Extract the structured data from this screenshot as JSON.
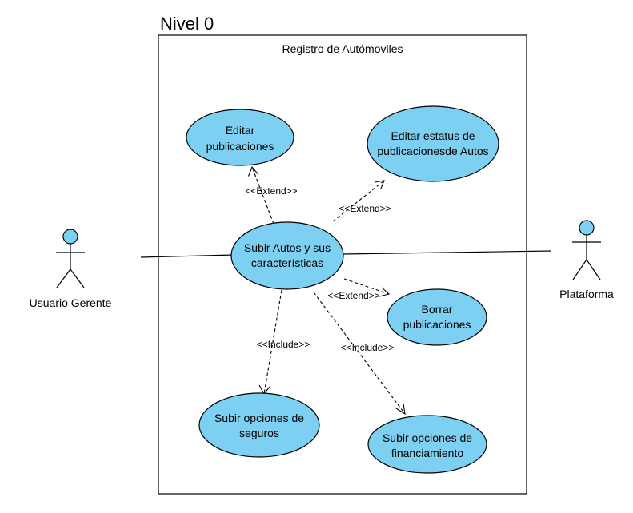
{
  "diagram": {
    "title": "Nivel 0",
    "system": {
      "label": "Registro de Autómoviles"
    },
    "actors": [
      {
        "id": "gerente",
        "label": "Usuario Gerente"
      },
      {
        "id": "plataforma",
        "label": "Plataforma"
      }
    ],
    "use_cases": [
      {
        "id": "editar",
        "lines": [
          "Editar",
          "publicaciones"
        ]
      },
      {
        "id": "estatus",
        "lines": [
          "Editar estatus de",
          "publicacionesde Autos"
        ]
      },
      {
        "id": "subir",
        "lines": [
          "Subir Autos y sus",
          "características"
        ]
      },
      {
        "id": "borrar",
        "lines": [
          "Borrar",
          "publicaciones"
        ]
      },
      {
        "id": "seguros",
        "lines": [
          "Subir opciones de",
          "seguros"
        ]
      },
      {
        "id": "financ",
        "lines": [
          "Subir opciones de",
          "financiamiento"
        ]
      }
    ],
    "relations": [
      {
        "from": "subir",
        "to": "editar",
        "label": "<<Extend>>"
      },
      {
        "from": "subir",
        "to": "estatus",
        "label": "<<Extend>>"
      },
      {
        "from": "subir",
        "to": "borrar",
        "label": "<<Extend>>"
      },
      {
        "from": "subir",
        "to": "seguros",
        "label": "<<Include>>"
      },
      {
        "from": "subir",
        "to": "financ",
        "label": "<<Include>>"
      }
    ],
    "associations": [
      {
        "actor": "gerente",
        "use_case": "subir"
      },
      {
        "actor": "plataforma",
        "use_case": "subir"
      }
    ],
    "colors": {
      "use_case_fill": "#7dd0f2",
      "stroke": "#000000"
    }
  }
}
